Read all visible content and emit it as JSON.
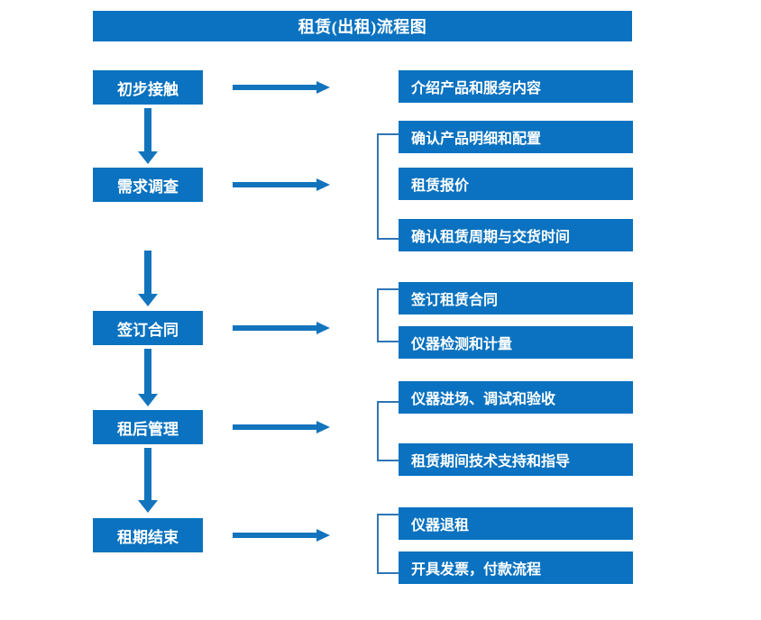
{
  "diagram": {
    "title": "租赁(出租)流程图",
    "colors": {
      "box_fill": "#0A72C0",
      "box_text": "#FFFFFF",
      "arrow": "#1274BD",
      "bracket": "#2E75B6",
      "background": "#FFFFFF"
    },
    "stages": [
      {
        "label": "初步接触"
      },
      {
        "label": "需求调查"
      },
      {
        "label": "签订合同"
      },
      {
        "label": "租后管理"
      },
      {
        "label": "租期结束"
      }
    ],
    "details": [
      {
        "label": "介绍产品和服务内容"
      },
      {
        "label": "确认产品明细和配置"
      },
      {
        "label": "租赁报价"
      },
      {
        "label": "确认租赁周期与交货时间"
      },
      {
        "label": "签订租赁合同"
      },
      {
        "label": "仪器检测和计量"
      },
      {
        "label": "仪器进场、调试和验收"
      },
      {
        "label": "租赁期间技术支持和指导"
      },
      {
        "label": "仪器退租"
      },
      {
        "label": "开具发票，付款流程"
      }
    ],
    "groups": [
      {
        "stage": "初步接触",
        "items": [
          "介绍产品和服务内容"
        ]
      },
      {
        "stage": "需求调查",
        "items": [
          "确认产品明细和配置",
          "租赁报价",
          "确认租赁周期与交货时间"
        ]
      },
      {
        "stage": "签订合同",
        "items": [
          "签订租赁合同",
          "仪器检测和计量"
        ]
      },
      {
        "stage": "租后管理",
        "items": [
          "仪器进场、调试和验收",
          "租赁期间技术支持和指导"
        ]
      },
      {
        "stage": "租期结束",
        "items": [
          "仪器退租",
          "开具发票，付款流程"
        ]
      }
    ],
    "icons": {
      "flow_arrow": "right-arrow-icon",
      "step_arrow": "down-arrow-icon",
      "group_bracket": "bracket-icon"
    }
  }
}
